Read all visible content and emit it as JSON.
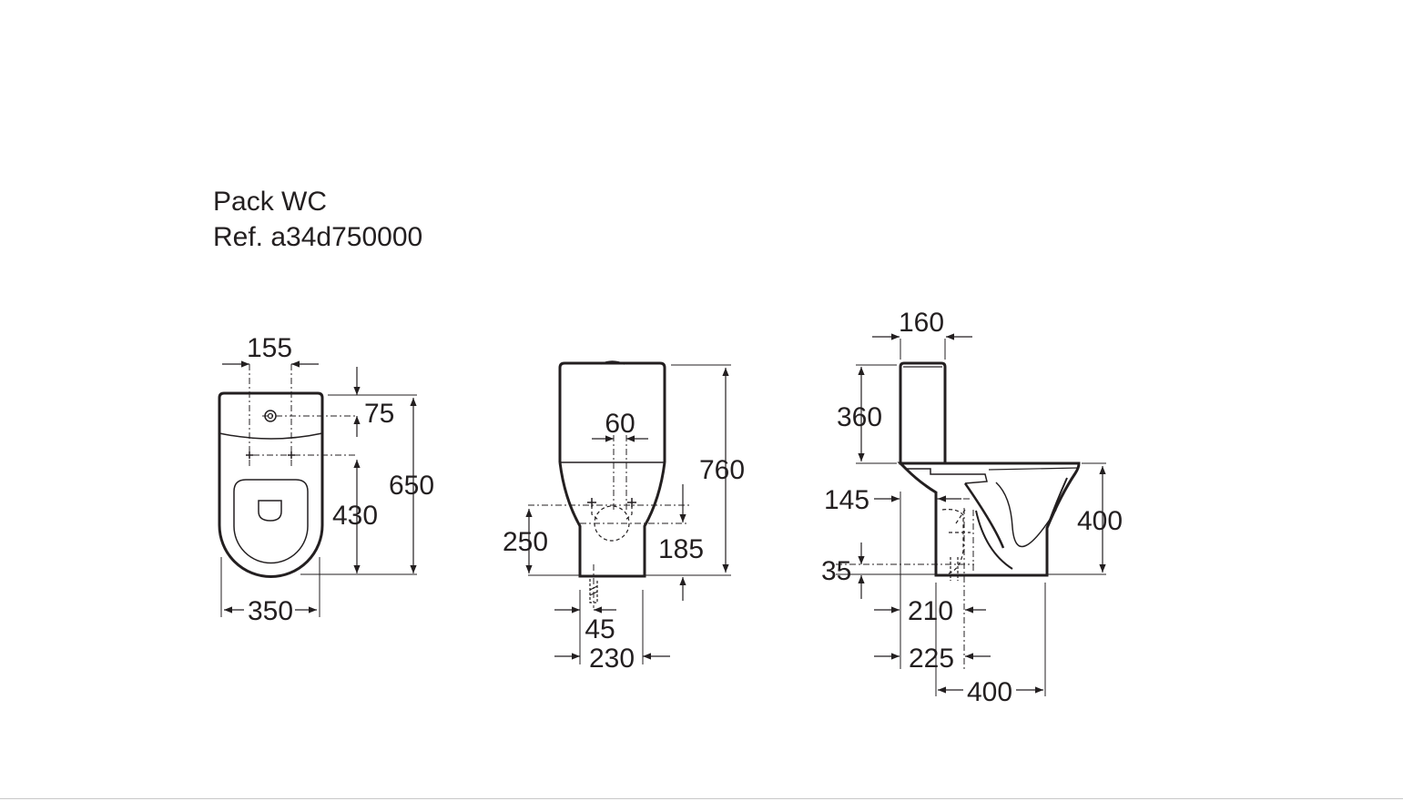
{
  "header": {
    "title": "Pack WC",
    "reference": "Ref. a34d750000"
  },
  "top_view": {
    "dims": [
      "155",
      "75",
      "650",
      "430",
      "350"
    ]
  },
  "front_view": {
    "dims": [
      "60",
      "760",
      "250",
      "185",
      "45",
      "230"
    ]
  },
  "side_view": {
    "dims": [
      "160",
      "360",
      "145",
      "400",
      "35",
      "210",
      "225",
      "400"
    ]
  },
  "colors": {
    "line": "#231f20",
    "background": "#ffffff"
  }
}
